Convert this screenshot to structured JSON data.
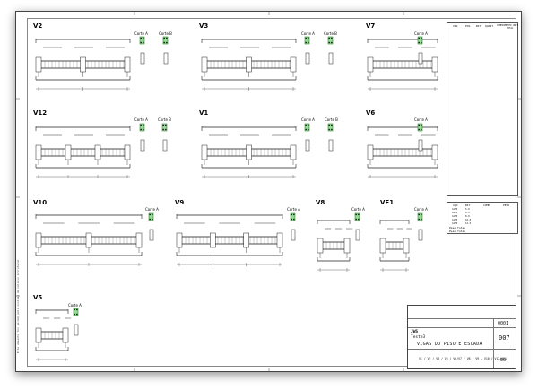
{
  "beams": [
    {
      "id": "v2",
      "name": "V2",
      "cuts": [
        "Corte A",
        "Corte B"
      ]
    },
    {
      "id": "v3",
      "name": "V3",
      "cuts": [
        "Corte A",
        "Corte B"
      ]
    },
    {
      "id": "v7",
      "name": "V7",
      "cuts": [
        "Corte A"
      ]
    },
    {
      "id": "v12",
      "name": "V12",
      "cuts": [
        "Corte A",
        "Corte B"
      ]
    },
    {
      "id": "v1",
      "name": "V1",
      "cuts": [
        "Corte A",
        "Corte B"
      ]
    },
    {
      "id": "v6",
      "name": "V6",
      "cuts": [
        "Corte A"
      ]
    },
    {
      "id": "v10",
      "name": "V10",
      "cuts": [
        "Corte A"
      ]
    },
    {
      "id": "v9",
      "name": "V9",
      "cuts": [
        "Corte A"
      ]
    },
    {
      "id": "v8",
      "name": "V8",
      "cuts": [
        "Corte A"
      ]
    },
    {
      "id": "ve1",
      "name": "VE1",
      "cuts": [
        "Corte A"
      ]
    },
    {
      "id": "v5",
      "name": "V5",
      "cuts": [
        "Corte A"
      ]
    }
  ],
  "steel_table": {
    "headers": [
      "VIG",
      "POS",
      "BIT",
      "QUANT",
      "COMPRIMENTO UNIT",
      "TOTAL"
    ]
  },
  "summary_table": {
    "headers": [
      "AÇO",
      "BIT",
      "COMP",
      "PESO"
    ],
    "rows": [
      [
        "CA50",
        "5.0",
        "",
        " "
      ],
      [
        "CA50",
        "6.3",
        "",
        ""
      ],
      [
        "CA50",
        "8.0",
        "",
        ""
      ],
      [
        "CA50",
        "10.0",
        "",
        ""
      ],
      [
        "CA50",
        "12.5",
        "",
        ""
      ]
    ],
    "totals": [
      "Peso Total",
      "Peso Total"
    ]
  },
  "title_block": {
    "sheet_number": "0001",
    "drawing_number": "007",
    "revision": "00",
    "project_code": "JWS",
    "project_name": "Teste3",
    "drawing_title": "VIGAS DO PISO E ESCADA",
    "beam_list": "V1 / V2 / V3 / V5 / V6/V7 / V8 / V9 / V10 / V12/VE1"
  },
  "side_note": "Este desenho foi gerado pelo sistema de cálculo estrutural"
}
